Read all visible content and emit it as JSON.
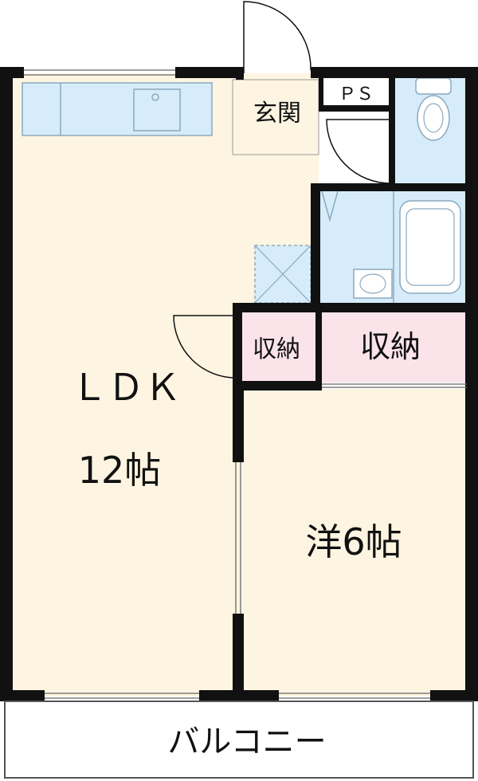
{
  "rooms": {
    "genkan": "玄関",
    "ps": "ＰＳ",
    "ldk_name": "ＬＤＫ",
    "ldk_size": "12帖",
    "storage_small": "収納",
    "storage_large": "収納",
    "western_room": "洋6帖",
    "balcony": "バルコニー"
  },
  "colors": {
    "floor": "#fdf5e1",
    "wet_area": "#d6ecfa",
    "storage": "#fbe3ea",
    "wall": "#111111",
    "wet_area_line": "#8aa9c0"
  }
}
